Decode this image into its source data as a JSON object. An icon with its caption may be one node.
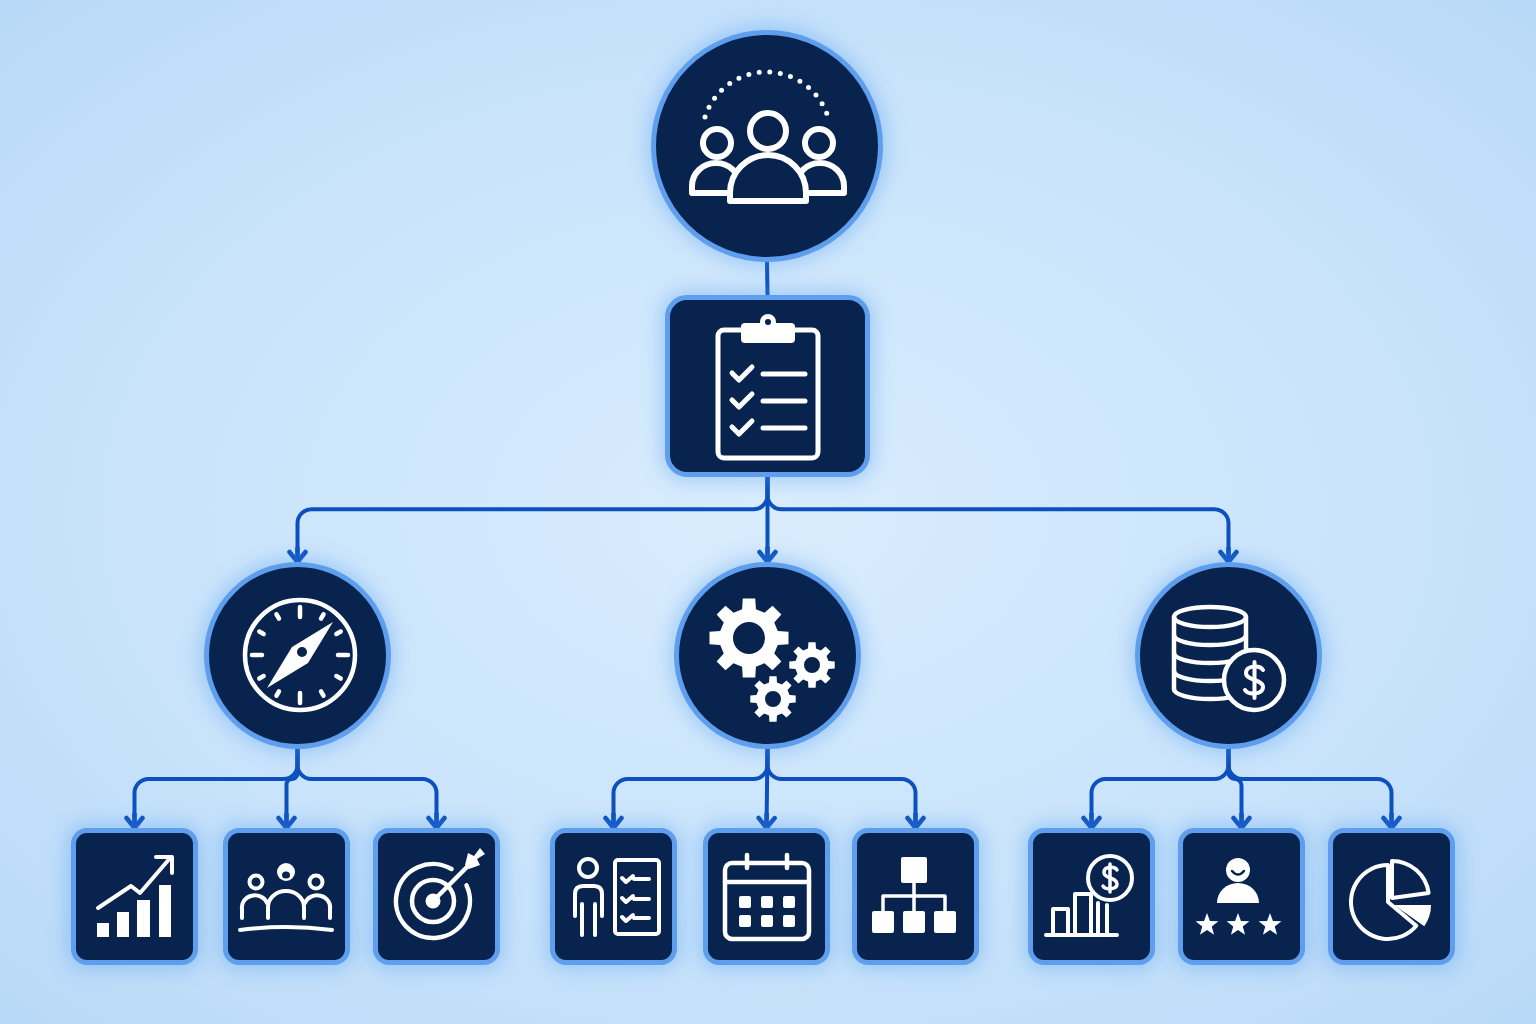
{
  "diagram": {
    "nodes": [
      {
        "text": [],
        "shape": "circle"
      },
      {
        "text": [],
        "shape": "box"
      },
      {
        "text": [],
        "shape": "circle"
      },
      {
        "text": [],
        "shape": "circle"
      },
      {
        "text": [],
        "shape": "circle"
      },
      {
        "text": [],
        "shape": "box"
      },
      {
        "text": [],
        "shape": "box"
      },
      {
        "text": [],
        "shape": "box"
      },
      {
        "text": [],
        "shape": "box"
      },
      {
        "text": [],
        "shape": "box"
      },
      {
        "text": [],
        "shape": "box"
      },
      {
        "text": [],
        "shape": "box"
      },
      {
        "text": [],
        "shape": "box"
      },
      {
        "text": [],
        "shape": "box"
      }
    ],
    "edges": [
      {
        "from": 0,
        "to": 1,
        "arrow": "none"
      },
      {
        "from": 1,
        "to": 2,
        "arrow": "to"
      },
      {
        "from": 1,
        "to": 3,
        "arrow": "to"
      },
      {
        "from": 1,
        "to": 4,
        "arrow": "to"
      },
      {
        "from": 2,
        "to": 5,
        "arrow": "to"
      },
      {
        "from": 2,
        "to": 6,
        "arrow": "to"
      },
      {
        "from": 2,
        "to": 7,
        "arrow": "to"
      },
      {
        "from": 3,
        "to": 8,
        "arrow": "to"
      },
      {
        "from": 3,
        "to": 9,
        "arrow": "to"
      },
      {
        "from": 3,
        "to": 10,
        "arrow": "to"
      },
      {
        "from": 4,
        "to": 11,
        "arrow": "to"
      },
      {
        "from": 4,
        "to": 12,
        "arrow": "to"
      },
      {
        "from": 4,
        "to": 13,
        "arrow": "to"
      }
    ]
  }
}
